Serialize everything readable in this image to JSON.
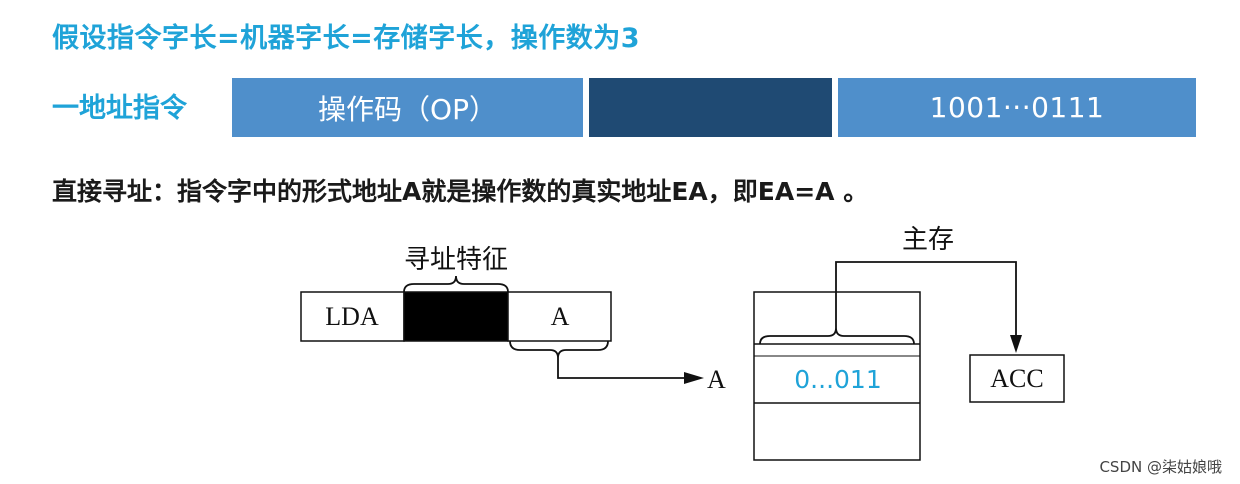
{
  "heading": "假设指令字长=机器字长=存储字长，操作数为3",
  "instruction_format": {
    "label": "一地址指令",
    "opcode_field": "操作码（OP）",
    "address_field": "1001···0111"
  },
  "description": "直接寻址：指令字中的形式地址A就是操作数的真实地址EA，即EA=A 。",
  "diagram": {
    "addressing_feature_label": "寻址特征",
    "instruction_opcode": "LDA",
    "instruction_address": "A",
    "pointer_label": "A",
    "memory_label": "主存",
    "memory_cell_value": "0...011",
    "accumulator": "ACC"
  },
  "watermark": "CSDN @柒姑娘哦",
  "colors": {
    "heading": "#1fa3d8",
    "field_light": "#4f8fcb",
    "field_dark": "#1f4a73",
    "memory_value": "#1fa3d8"
  }
}
